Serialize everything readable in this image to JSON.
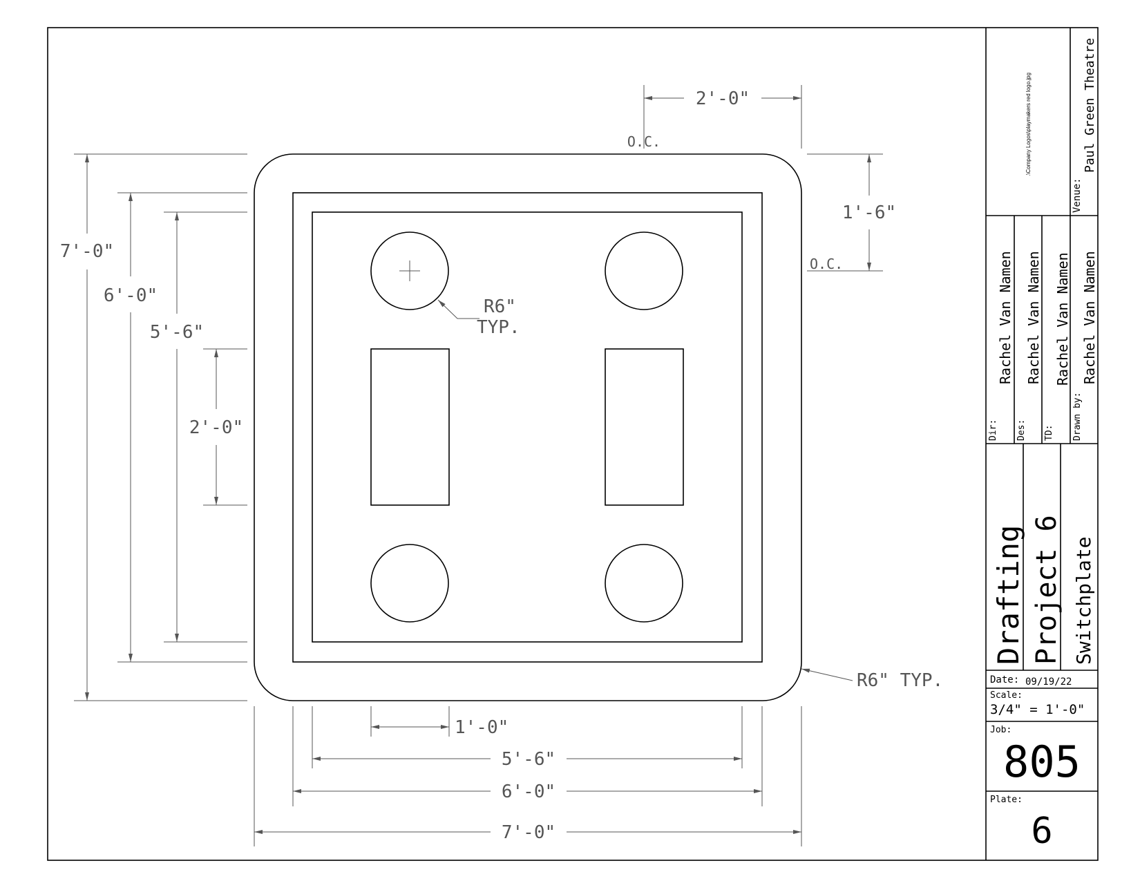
{
  "drawing": {
    "dimensions": {
      "top_spacing": "2'-0\"",
      "top_oc": "O.C.",
      "right_spacing": "1'-6\"",
      "right_oc": "O.C.",
      "left_outer": "7'-0\"",
      "left_middle": "6'-0\"",
      "left_inner": "5'-6\"",
      "left_slot": "2'-0\"",
      "bottom_slot": "1'-0\"",
      "bottom_inner": "5'-6\"",
      "bottom_middle": "6'-0\"",
      "bottom_outer": "7'-0\"",
      "hole_radius": "R6\"",
      "hole_radius_typ": "TYP.",
      "corner_radius": "R6\" TYP."
    }
  },
  "title_block": {
    "logo_path": ".\\Company Logos\\playmakers red logo.jpg",
    "venue_label": "Venue:",
    "venue": "Paul Green Theatre",
    "dir_label": "Dir:",
    "dir": "Rachel Van Namen",
    "des_label": "Des:",
    "des": "Rachel Van Namen",
    "td_label": "TD:",
    "td": "Rachel Van Namen",
    "drawn_label": "Drawn by:",
    "drawn": "Rachel Van Namen",
    "title_1": "Drafting",
    "title_2": "Project 6",
    "title_3": "Switchplate",
    "date_label": "Date:",
    "date": "09/19/22",
    "scale_label": "Scale:",
    "scale": "3/4\" = 1'-0\"",
    "job_label": "Job:",
    "job": "805",
    "plate_label": "Plate:",
    "plate": "6"
  }
}
